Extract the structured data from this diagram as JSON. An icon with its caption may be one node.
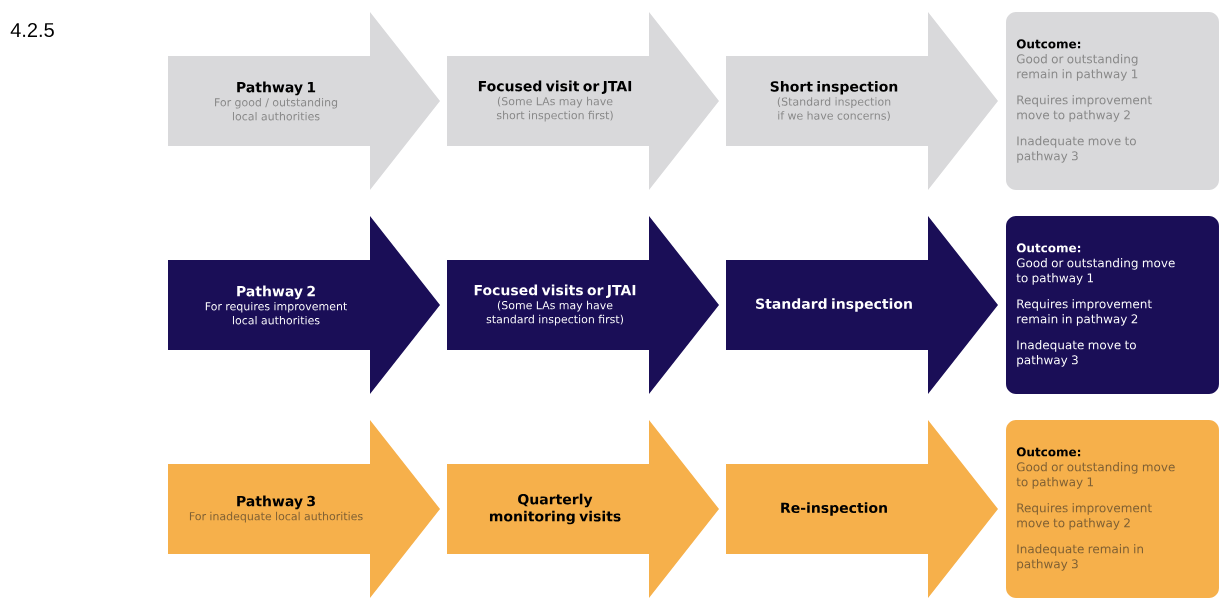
{
  "diagram": {
    "nodes": [
      {
        "text": [
          "Pathway 1",
          "For good / outstanding local authorities"
        ]
      },
      {
        "text": [
          "Focused visit or JTAI",
          "(Some LAs may have short inspection first)"
        ]
      },
      {
        "text": [
          "Short inspection",
          "(Standard inspection if we have concerns)"
        ]
      },
      {
        "text": [
          "Outcome:",
          "Good or outstanding remain in pathway 1",
          "Requires improvement move to pathway 2",
          "Inadequate move to pathway 3"
        ]
      },
      {
        "text": [
          "Pathway 2",
          "For requires improvement local authorities"
        ]
      },
      {
        "text": [
          "Focused visits or JTAI",
          "(Some LAs may have standard inspection first)"
        ]
      },
      {
        "text": [
          "Standard inspection"
        ]
      },
      {
        "text": [
          "Outcome:",
          "Good or outstanding move to pathway 1",
          "Requires improvement remain in pathway 2",
          "Inadequate move to pathway 3"
        ]
      },
      {
        "text": [
          "Pathway 3",
          "For inadequate local authorities"
        ]
      },
      {
        "text": [
          "Quarterly monitoring visits"
        ]
      },
      {
        "text": [
          "Re-inspection"
        ]
      },
      {
        "text": [
          "Outcome:",
          "Good or outstanding move to pathway 1",
          "Requires improvement move to pathway 2",
          "Inadequate remain in pathway 3"
        ]
      }
    ],
    "labels": [
      "4.2.5"
    ]
  }
}
